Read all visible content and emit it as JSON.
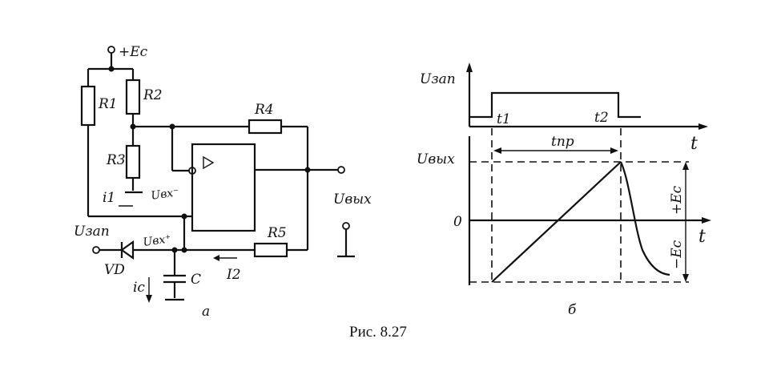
{
  "figure": {
    "caption": "Рис. 8.27",
    "circuit": {
      "panel_label": "а",
      "supply": "+Eс",
      "r1": "R1",
      "r2": "R2",
      "r3": "R3",
      "r4": "R4",
      "r5": "R5",
      "u_inv": "Uвх⁻",
      "u_noninv": "Uвх⁺",
      "i1": "i1",
      "u_start": "Uзап",
      "diode": "VD",
      "cap": "C",
      "ic": "ic",
      "i2": "I2",
      "u_out": "Uвых"
    },
    "timing": {
      "panel_label": "б",
      "u_start": "Uзап",
      "u_out": "Uвых",
      "t1": "t1",
      "t2": "t2",
      "t_pr": "tпр",
      "zero": "0",
      "plus_e": "+Eс",
      "minus_e": "−Eс",
      "t_axis_1": "t",
      "t_axis_2": "t"
    }
  }
}
